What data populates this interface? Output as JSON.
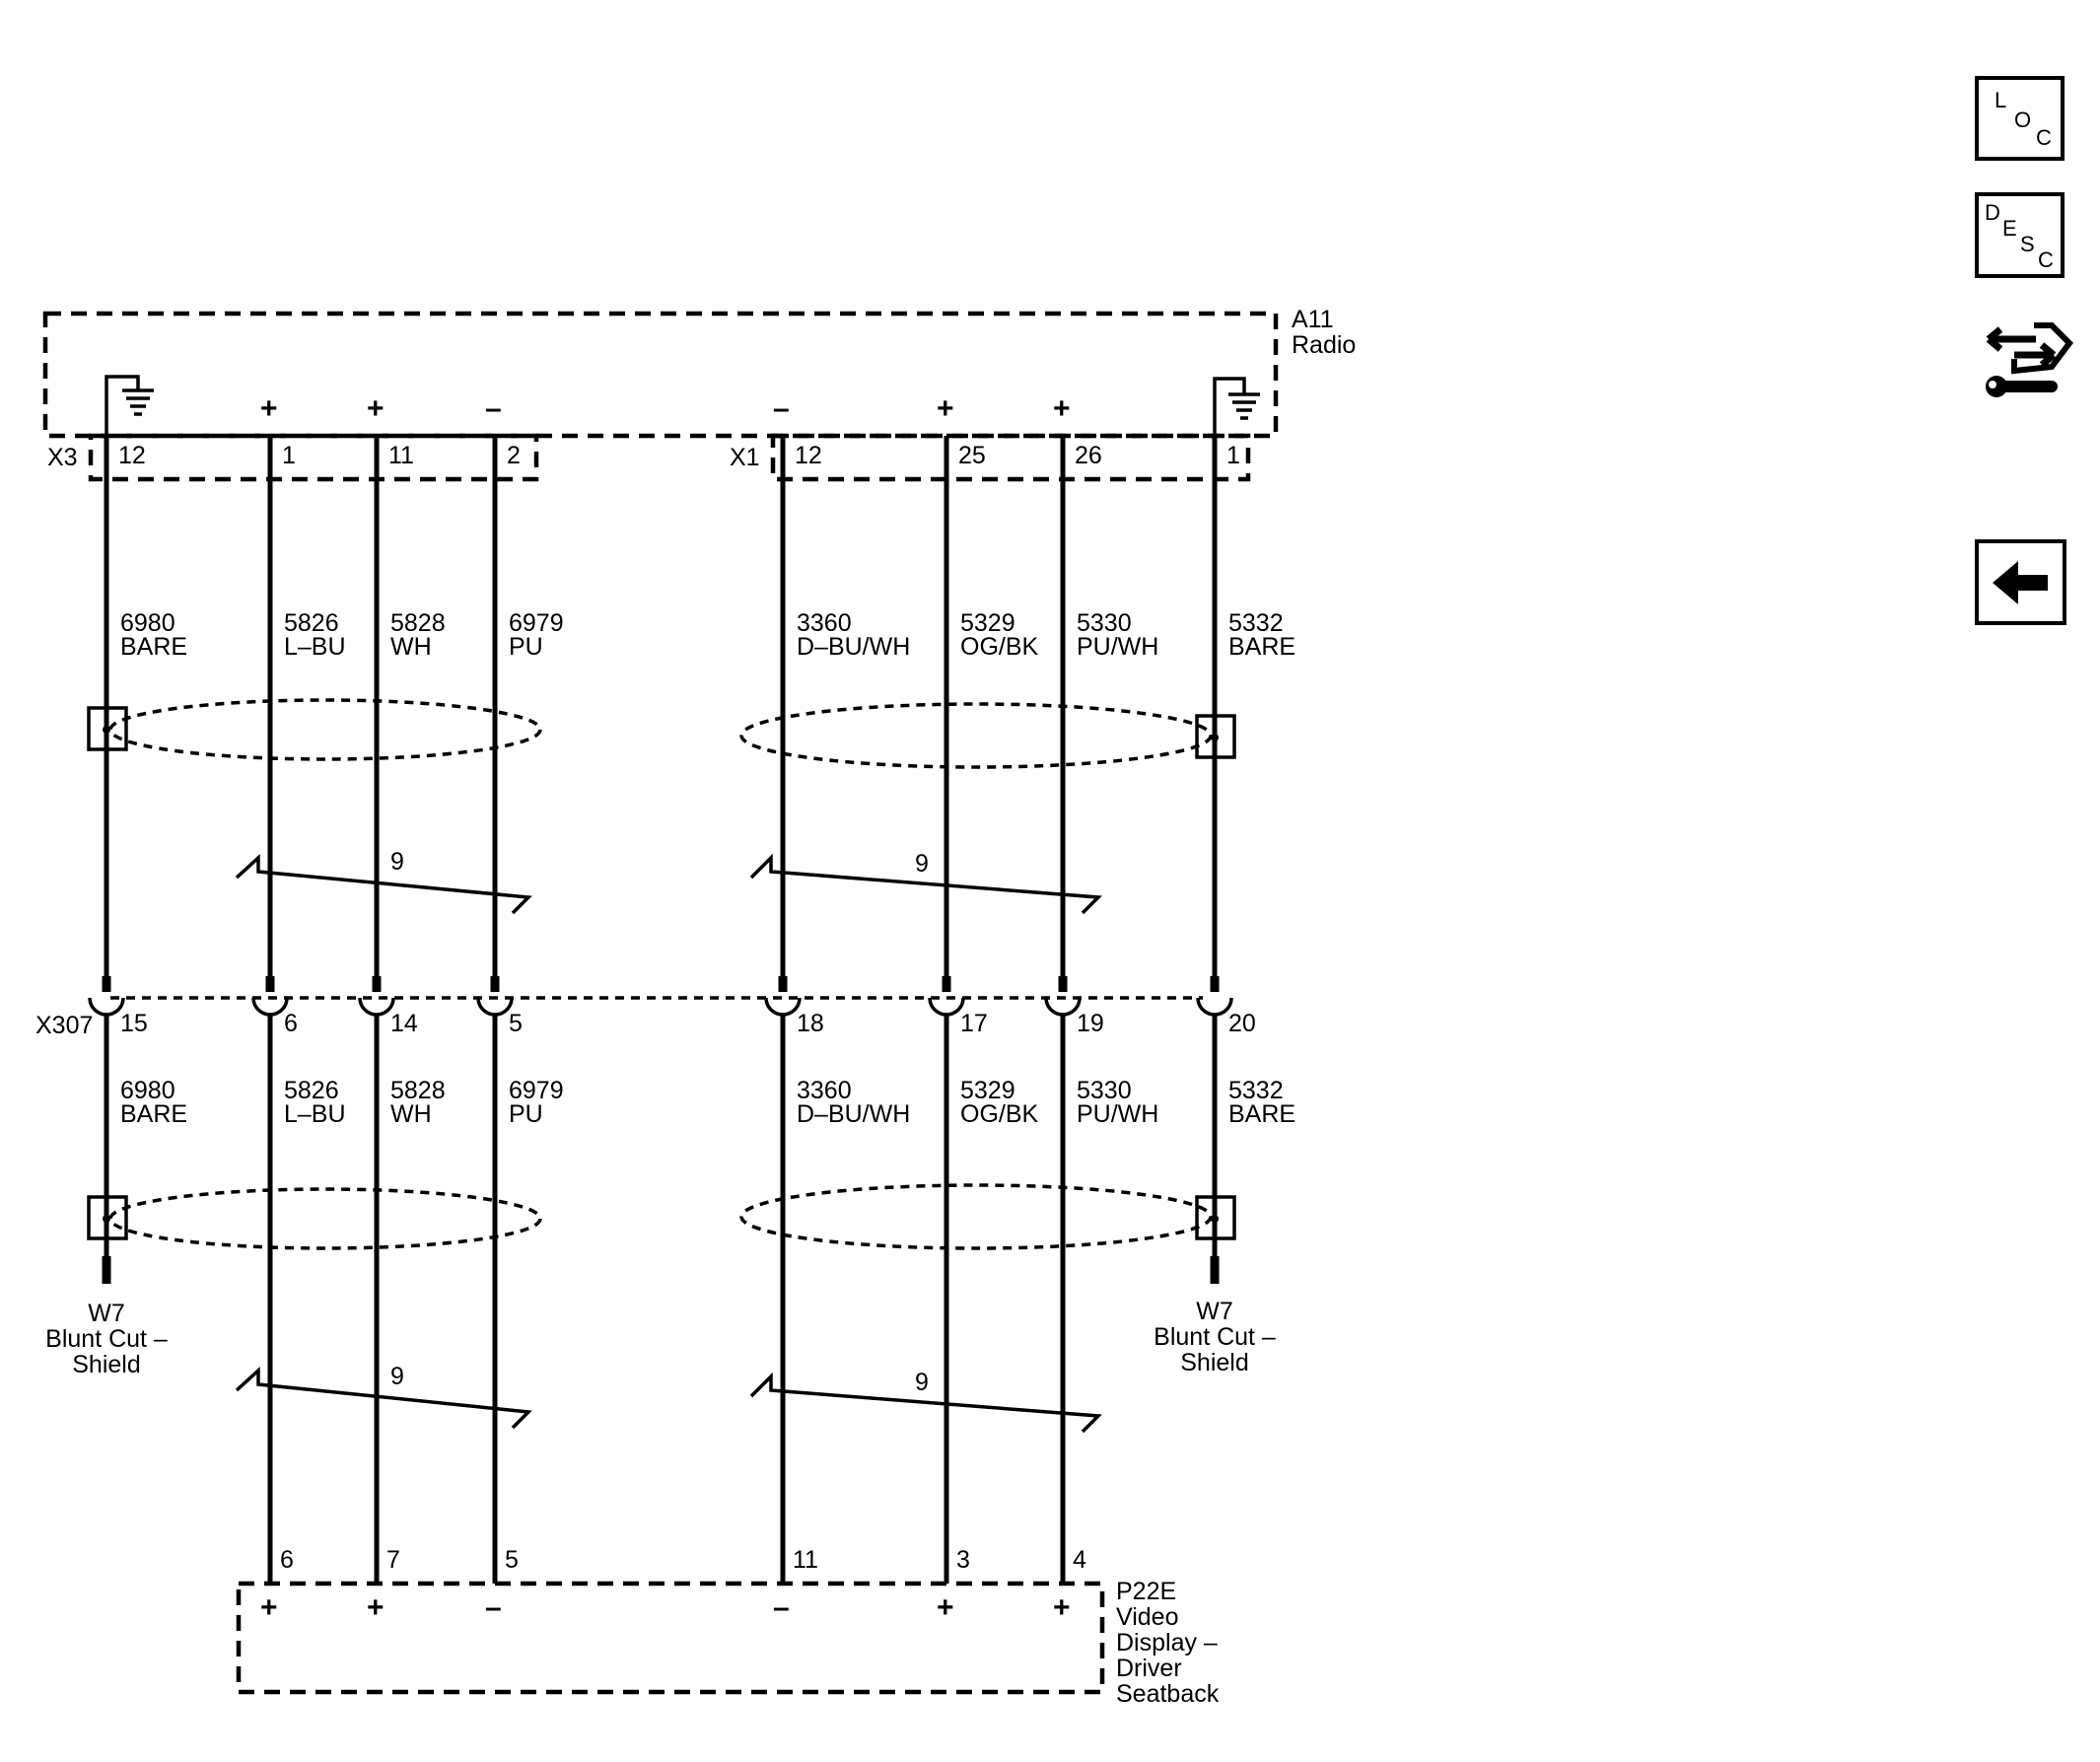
{
  "sidebar": {
    "loc_letters": [
      "L",
      "O",
      "C"
    ],
    "desc_letters": [
      "D",
      "E",
      "S",
      "C"
    ],
    "repair_icon": "connector-repair-icon",
    "back_icon": "left-arrow-icon"
  },
  "radio": {
    "ref": "A11",
    "name": "Radio"
  },
  "video_display": {
    "ref": "P22E",
    "name_lines": [
      "Video",
      "Display –",
      "Driver",
      "Seatback"
    ]
  },
  "connectors": {
    "x3": "X3",
    "x1": "X1",
    "x307": "X307"
  },
  "wires": [
    {
      "top_pin": "12",
      "circuit": "6980",
      "color": "BARE",
      "pin_x307": "15",
      "polarity": ""
    },
    {
      "top_pin": "1",
      "circuit": "5826",
      "color": "L–BU",
      "pin_x307": "6",
      "polarity": "+",
      "bottom_pin": "6",
      "bottom_polarity": "+"
    },
    {
      "top_pin": "11",
      "circuit": "5828",
      "color": "WH",
      "pin_x307": "14",
      "polarity": "+",
      "bottom_pin": "7",
      "bottom_polarity": "+"
    },
    {
      "top_pin": "2",
      "circuit": "6979",
      "color": "PU",
      "pin_x307": "5",
      "polarity": "–",
      "bottom_pin": "5",
      "bottom_polarity": "–"
    },
    {
      "top_pin": "12",
      "circuit": "3360",
      "color": "D–BU/WH",
      "pin_x307": "18",
      "polarity": "–",
      "bottom_pin": "11",
      "bottom_polarity": "–"
    },
    {
      "top_pin": "25",
      "circuit": "5329",
      "color": "OG/BK",
      "pin_x307": "17",
      "polarity": "+",
      "bottom_pin": "3",
      "bottom_polarity": "+"
    },
    {
      "top_pin": "26",
      "circuit": "5330",
      "color": "PU/WH",
      "pin_x307": "19",
      "polarity": "+",
      "bottom_pin": "4",
      "bottom_polarity": "+"
    },
    {
      "top_pin": "1",
      "circuit": "5332",
      "color": "BARE",
      "pin_x307": "20",
      "polarity": ""
    }
  ],
  "twisted_pair_label": "9",
  "shield_left": {
    "ref": "W7",
    "lines": [
      "Blunt Cut –",
      "Shield"
    ]
  },
  "shield_right": {
    "ref": "W7",
    "lines": [
      "Blunt Cut –",
      "Shield"
    ]
  }
}
